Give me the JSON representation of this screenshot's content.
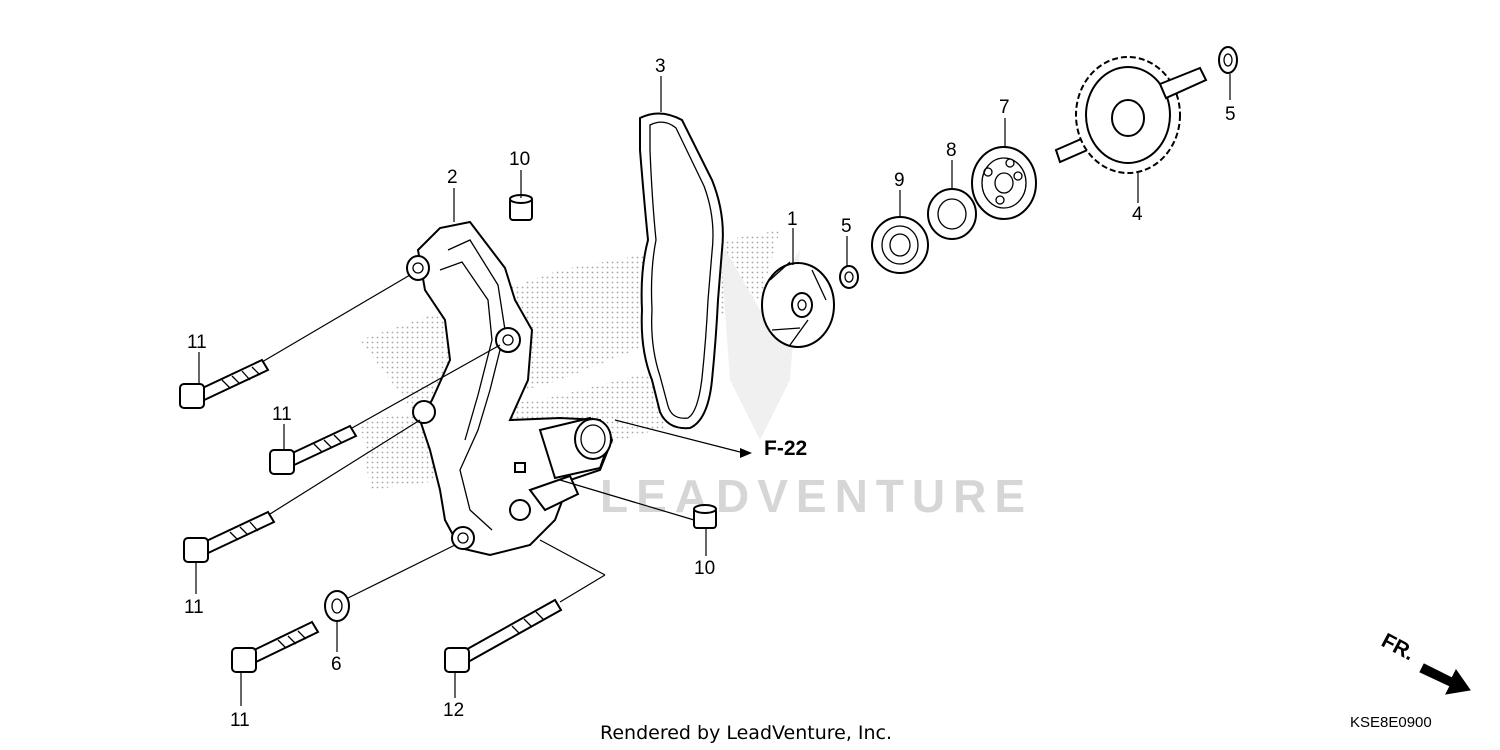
{
  "diagram": {
    "callouts": [
      {
        "id": "c1",
        "label": "1"
      },
      {
        "id": "c2",
        "label": "2"
      },
      {
        "id": "c3",
        "label": "3"
      },
      {
        "id": "c4",
        "label": "4"
      },
      {
        "id": "c5a",
        "label": "5"
      },
      {
        "id": "c5b",
        "label": "5"
      },
      {
        "id": "c6",
        "label": "6"
      },
      {
        "id": "c7",
        "label": "7"
      },
      {
        "id": "c8",
        "label": "8"
      },
      {
        "id": "c9",
        "label": "9"
      },
      {
        "id": "c10a",
        "label": "10"
      },
      {
        "id": "c10b",
        "label": "10"
      },
      {
        "id": "c11a",
        "label": "11"
      },
      {
        "id": "c11b",
        "label": "11"
      },
      {
        "id": "c11c",
        "label": "11"
      },
      {
        "id": "c11d",
        "label": "11"
      },
      {
        "id": "c12",
        "label": "12"
      }
    ],
    "reference": "F-22",
    "direction_label": "FR.",
    "diagram_code": "KSE8E0900",
    "credit": "Rendered by LeadVenture, Inc.",
    "watermark": "LEADVENTURE"
  }
}
